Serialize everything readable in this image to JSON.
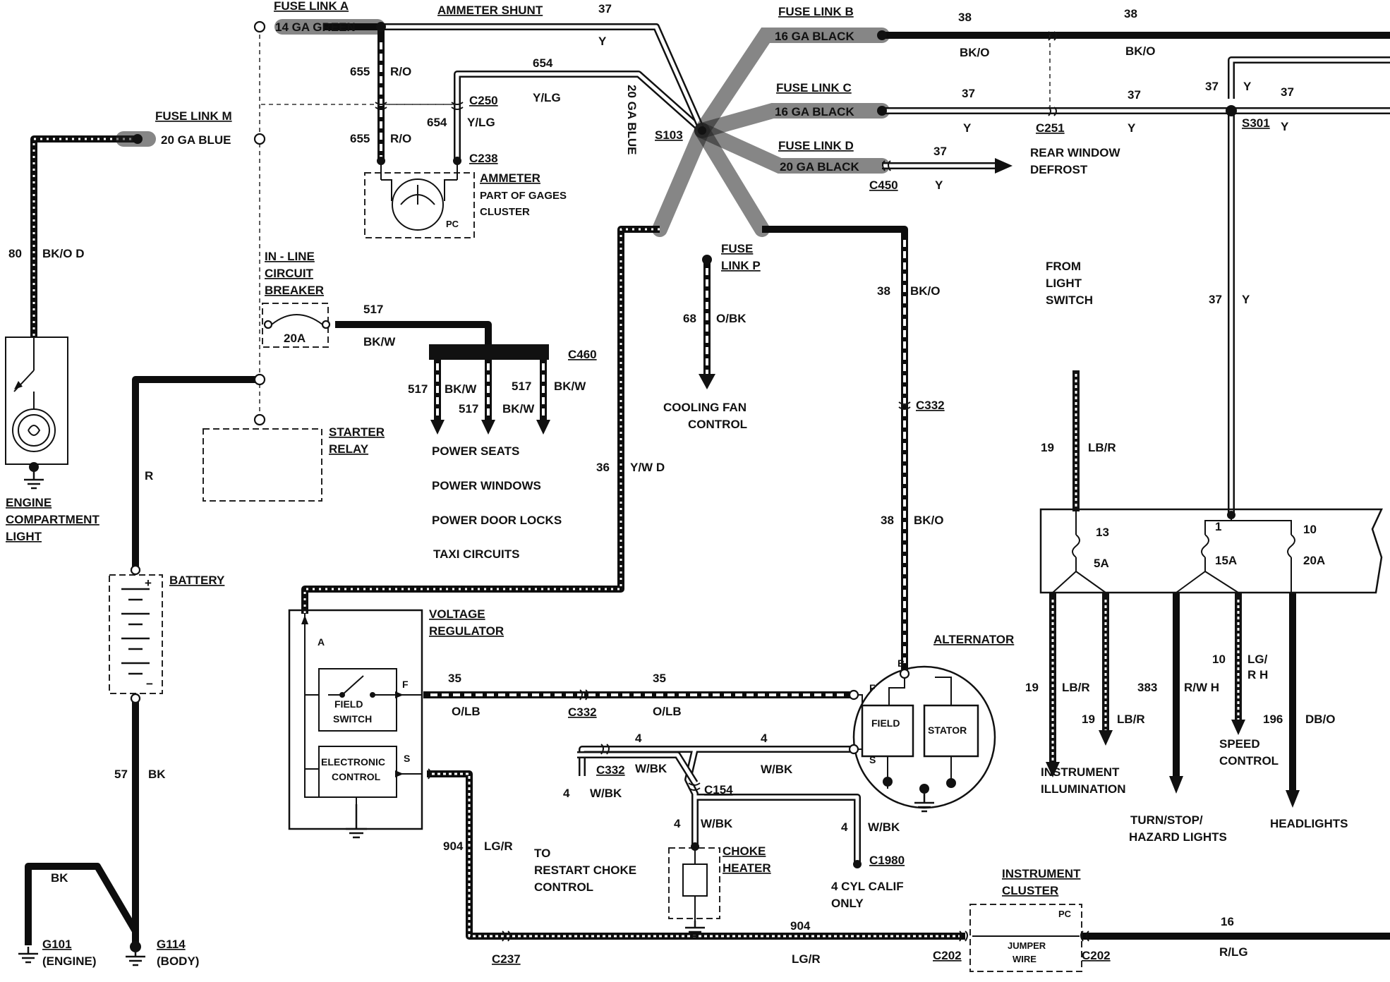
{
  "title": "",
  "labels": {
    "fuse_link_a": "FUSE LINK A",
    "fuse_link_a_ga": "14 GA GREEN",
    "ammeter_shunt": "AMMETER SHUNT",
    "fuse_link_b": "FUSE LINK B",
    "fuse_link_b_ga": "16 GA BLACK",
    "fuse_link_c": "FUSE LINK C",
    "fuse_link_c_ga": "16 GA BLACK",
    "fuse_link_d": "FUSE LINK D",
    "fuse_link_d_ga": "20 GA BLACK",
    "fuse_link_m": "FUSE LINK M",
    "fuse_link_m_ga": "20 GA BLUE",
    "fuse_link_p_1": "FUSE",
    "fuse_link_p_2": "LINK P",
    "ga_20_blue": "20 GA BLUE",
    "s103": "S103",
    "s301": "S301",
    "c250": "C250",
    "c238": "C238",
    "c251": "C251",
    "c450": "C450",
    "c460": "C460",
    "c332_a": "C332",
    "c332_b": "C332",
    "c332_c": "C332",
    "c154": "C154",
    "c1980": "C1980",
    "c237": "C237",
    "c202_a": "C202",
    "c202_b": "C202",
    "ammeter_1": "AMMETER",
    "ammeter_2": "PART OF GAGES",
    "ammeter_3": "CLUSTER",
    "pc": "PC",
    "pc2": "PC",
    "rear_defrost_1": "REAR WINDOW",
    "rear_defrost_2": "DEFROST",
    "inline_cb_1": "IN - LINE",
    "inline_cb_2": "CIRCUIT",
    "inline_cb_3": "BREAKER",
    "cb_20a": "20A",
    "starter_relay_1": "STARTER",
    "starter_relay_2": "RELAY",
    "engine_light_1": "ENGINE",
    "engine_light_2": "COMPARTMENT",
    "engine_light_3": "LIGHT",
    "battery": "BATTERY",
    "power_seats": "POWER SEATS",
    "power_windows": "POWER WINDOWS",
    "power_door_locks": "POWER DOOR LOCKS",
    "taxi_circuits": "TAXI CIRCUITS",
    "cooling_fan_1": "COOLING FAN",
    "cooling_fan_2": "CONTROL",
    "from_light_switch_1": "FROM",
    "from_light_switch_2": "LIGHT",
    "from_light_switch_3": "SWITCH",
    "voltage_reg_1": "VOLTAGE",
    "voltage_reg_2": "REGULATOR",
    "field_switch_1": "FIELD",
    "field_switch_2": "SWITCH",
    "electronic_control_1": "ELECTRONIC",
    "electronic_control_2": "CONTROL",
    "alternator": "ALTERNATOR",
    "field": "FIELD",
    "stator": "STATOR",
    "choke_heater_1": "CHOKE",
    "choke_heater_2": "HEATER",
    "restart_choke_1": "TO",
    "restart_choke_2": "RESTART CHOKE",
    "restart_choke_3": "CONTROL",
    "calif_1": "4 CYL CALIF",
    "calif_2": "ONLY",
    "instrument_cluster_1": "INSTRUMENT",
    "instrument_cluster_2": "CLUSTER",
    "jumper_wire_1": "JUMPER",
    "jumper_wire_2": "WIRE",
    "instrument_illum_1": "INSTRUMENT",
    "instrument_illum_2": "ILLUMINATION",
    "turn_stop_1": "TURN/STOP/",
    "turn_stop_2": "HAZARD LIGHTS",
    "speed_control_1": "SPEED",
    "speed_control_2": "CONTROL",
    "headlights": "HEADLIGHTS",
    "g101": "G101",
    "g101_sub": "(ENGINE)",
    "g114": "G114",
    "g114_sub": "(BODY)",
    "term_a": "A",
    "term_f": "F",
    "term_s": "S",
    "term_b": "B",
    "alt_f": "F",
    "alt_s": "S",
    "fuse_13": "13",
    "fuse_5a": "5A",
    "fuse_1": "1",
    "fuse_15a": "15A",
    "fuse_10": "10",
    "fuse_20a": "20A",
    "plus": "+",
    "minus": "−"
  },
  "wires": {
    "w37_top_num": "37",
    "w37_top_col": "Y",
    "w655_a_num": "655",
    "w655_a_col": "R/O",
    "w655_b_num": "655",
    "w655_b_col": "R/O",
    "w654_a_num": "654",
    "w654_a_col": "Y/LG",
    "w654_b_num": "654",
    "w654_b_col": "Y/LG",
    "w38_a_num": "38",
    "w38_a_col": "BK/O",
    "w38_b_num": "38",
    "w38_b_col": "BK/O",
    "w37_c_num": "37",
    "w37_c_col": "Y",
    "w37_d_num": "37",
    "w37_d_col": "Y",
    "w37_e_num": "37",
    "w37_e_col": "Y",
    "w37_f_num": "37",
    "w37_f_col": "Y",
    "w37_g_num": "37",
    "w37_g_col": "Y",
    "w37_h_num": "37",
    "w37_h_col": "Y",
    "w80_num": "80",
    "w80_col": "BK/O D",
    "w517_num": "517",
    "w517_col": "BK/W",
    "w517_a_num": "517",
    "w517_a_col": "BK/W",
    "w517_b_num": "517",
    "w517_b_col": "BK/W",
    "w517_c_num": "517",
    "w517_c_col": "BK/W",
    "w68_num": "68",
    "w68_col": "O/BK",
    "w38_c_num": "38",
    "w38_c_col": "BK/O",
    "w38_d_num": "38",
    "w38_d_col": "BK/O",
    "w36_num": "36",
    "w36_col": "Y/W D",
    "w_r_col": "R",
    "w57_num": "57",
    "w57_col": "BK",
    "w_bk_col": "BK",
    "w35_a_num": "35",
    "w35_a_col": "O/LB",
    "w35_b_num": "35",
    "w35_b_col": "O/LB",
    "w4_a_num": "4",
    "w4_a_col": "W/BK",
    "w4_b_num": "4",
    "w4_b_col": "W/BK",
    "w4_c_num": "4",
    "w4_c_col": "W/BK",
    "w4_d_num": "4",
    "w4_d_col": "W/BK",
    "w4_e_num": "4",
    "w4_e_col": "W/BK",
    "w904_a_num": "904",
    "w904_a_col": "LG/R",
    "w904_b_num": "904",
    "w904_b_col": "LG/R",
    "w16_num": "16",
    "w16_col": "R/LG",
    "w19_a_num": "19",
    "w19_a_col": "LB/R",
    "w19_b_num": "19",
    "w19_b_col": "LB/R",
    "w19_c_num": "19",
    "w19_c_col": "LB/R",
    "w383_num": "383",
    "w383_col": "R/W H",
    "w10_num": "10",
    "w10_col_1": "LG/",
    "w10_col_2": "R H",
    "w196_num": "196",
    "w196_col": "DB/O"
  }
}
